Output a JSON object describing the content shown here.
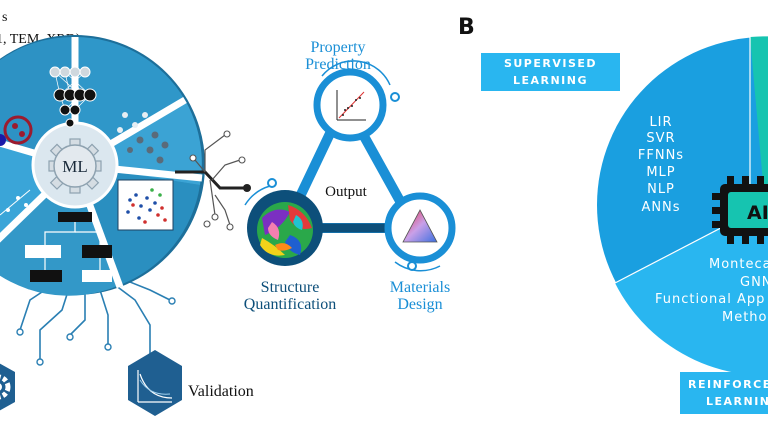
{
  "panel_a": {
    "header_line1": "s",
    "header_line2": "1, TEM, XRD)",
    "ml_label": "ML",
    "output_label": "Output",
    "property_line1": "Property",
    "property_line2": "Prediction",
    "structure_line1": "Structure",
    "structure_line2": "Quantification",
    "materials_line1": "Materials",
    "materials_line2": "Design",
    "validation_label": "Validation"
  },
  "panel_b": {
    "panel_letter": "B",
    "supervised_line1": "SUPERVISED",
    "supervised_line2": "LEARNING",
    "reinforcement_line1": "REINFORCE",
    "reinforcement_line2": "LEARNIN",
    "supervised_methods": [
      "LIR",
      "SVR",
      "FFNNs",
      "MLP",
      "NLP",
      "ANNs"
    ],
    "reinforcement_methods": [
      "Monteca",
      "GNN",
      "Functional App",
      "Metho"
    ],
    "chip_label": "AI"
  },
  "colors": {
    "dark_navy": "#123a5c",
    "panel_blue": "#2a8fc0",
    "light_blue": "#29b6f0",
    "pie_dark": "#1a9fe0",
    "pie_light": "#29b6f0",
    "teal": "#16c4b0"
  }
}
